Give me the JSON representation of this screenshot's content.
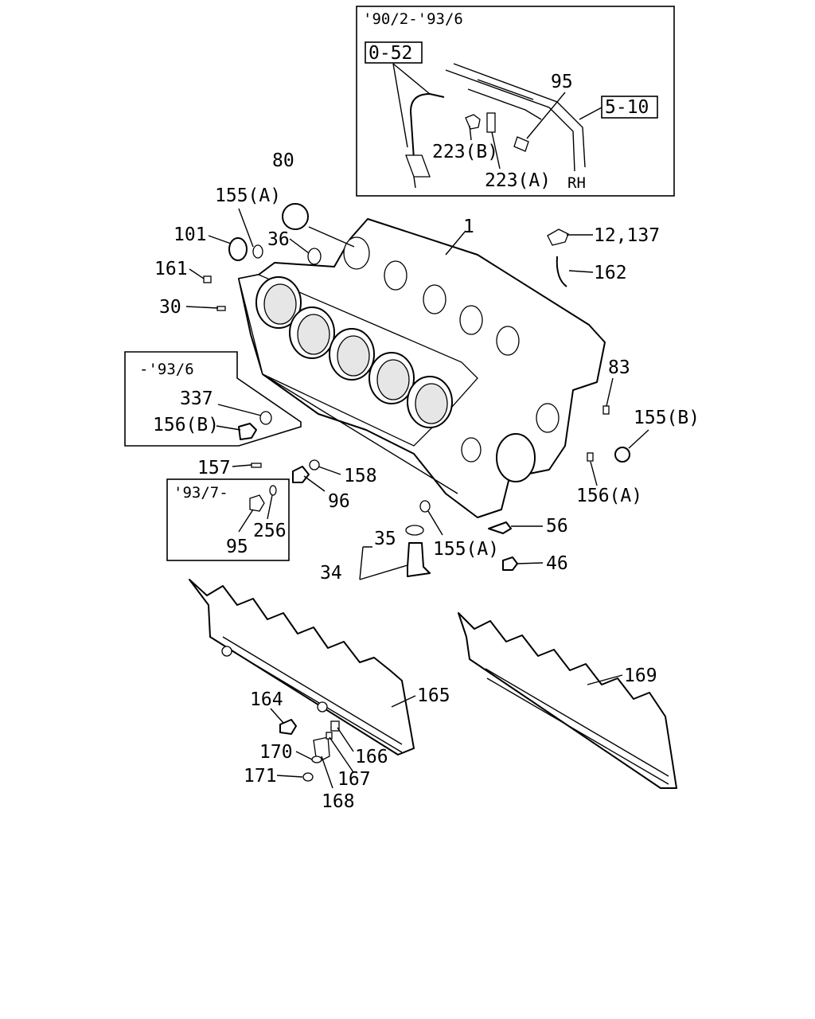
{
  "callouts": {
    "c1": "1",
    "c12_137": "12,137",
    "c162": "162",
    "c80": "80",
    "c155a_top": "155(A)",
    "c101": "101",
    "c36": "36",
    "c161": "161",
    "c30": "30",
    "c83": "83",
    "c155b": "155(B)",
    "c337": "337",
    "c156b": "156(B)",
    "c157": "157",
    "c158": "158",
    "c96": "96",
    "c156a": "156(A)",
    "c56": "56",
    "c35": "35",
    "c155a_bottom": "155(A)",
    "c34": "34",
    "c46": "46",
    "c95_lower": "95",
    "c256": "256",
    "c169": "169",
    "c165": "165",
    "c164": "164",
    "c166": "166",
    "c170": "170",
    "c167": "167",
    "c171": "171",
    "c168": "168"
  },
  "inset_top": {
    "date_range": "'90/2-'93/6",
    "ref_left": "0-52",
    "ref_right": "5-10",
    "c95": "95",
    "c223b": "223(B)",
    "c223a": "223(A)",
    "side": "RH"
  },
  "inset_left": {
    "date_range": "-'93/6"
  },
  "inset_lower": {
    "date_range": "'93/7-"
  }
}
